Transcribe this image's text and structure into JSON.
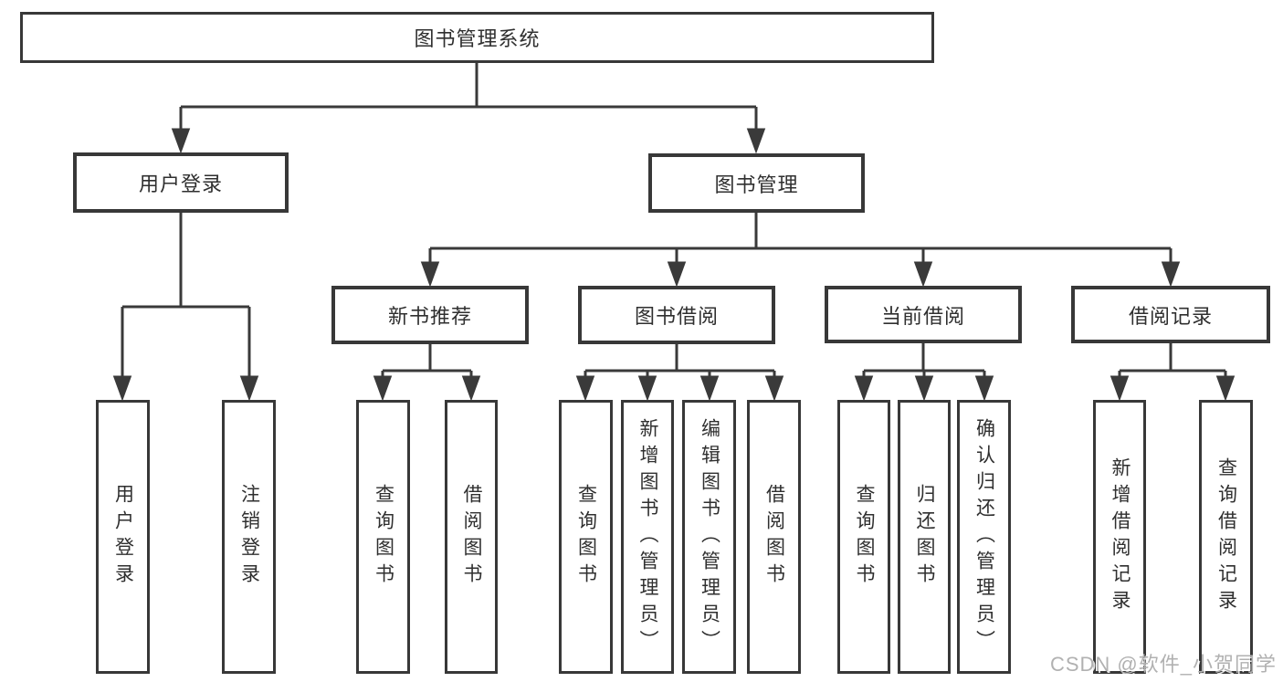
{
  "tree": {
    "label": "图书管理系统",
    "children": [
      {
        "label": "用户登录",
        "children": [
          {
            "label": "用户登录"
          },
          {
            "label": "注销登录"
          }
        ]
      },
      {
        "label": "图书管理",
        "children": [
          {
            "label": "新书推荐",
            "children": [
              {
                "label": "查询图书"
              },
              {
                "label": "借阅图书"
              }
            ]
          },
          {
            "label": "图书借阅",
            "children": [
              {
                "label": "查询图书"
              },
              {
                "label": "新增图书（管理员）"
              },
              {
                "label": "编辑图书（管理员）"
              },
              {
                "label": "借阅图书"
              }
            ]
          },
          {
            "label": "当前借阅",
            "children": [
              {
                "label": "查询图书"
              },
              {
                "label": "归还图书"
              },
              {
                "label": "确认归还（管理员）"
              }
            ]
          },
          {
            "label": "借阅记录",
            "children": [
              {
                "label": "新增借阅记录"
              },
              {
                "label": "查询借阅记录"
              }
            ]
          }
        ]
      }
    ]
  },
  "watermark": {
    "text": "CSDN @软件_小贺同学"
  },
  "colors": {
    "line": "#3a3a3a",
    "box_border": "#383838",
    "text": "#2f2f2f",
    "watermark": "#b1b1b1",
    "background": "#ffffff"
  }
}
